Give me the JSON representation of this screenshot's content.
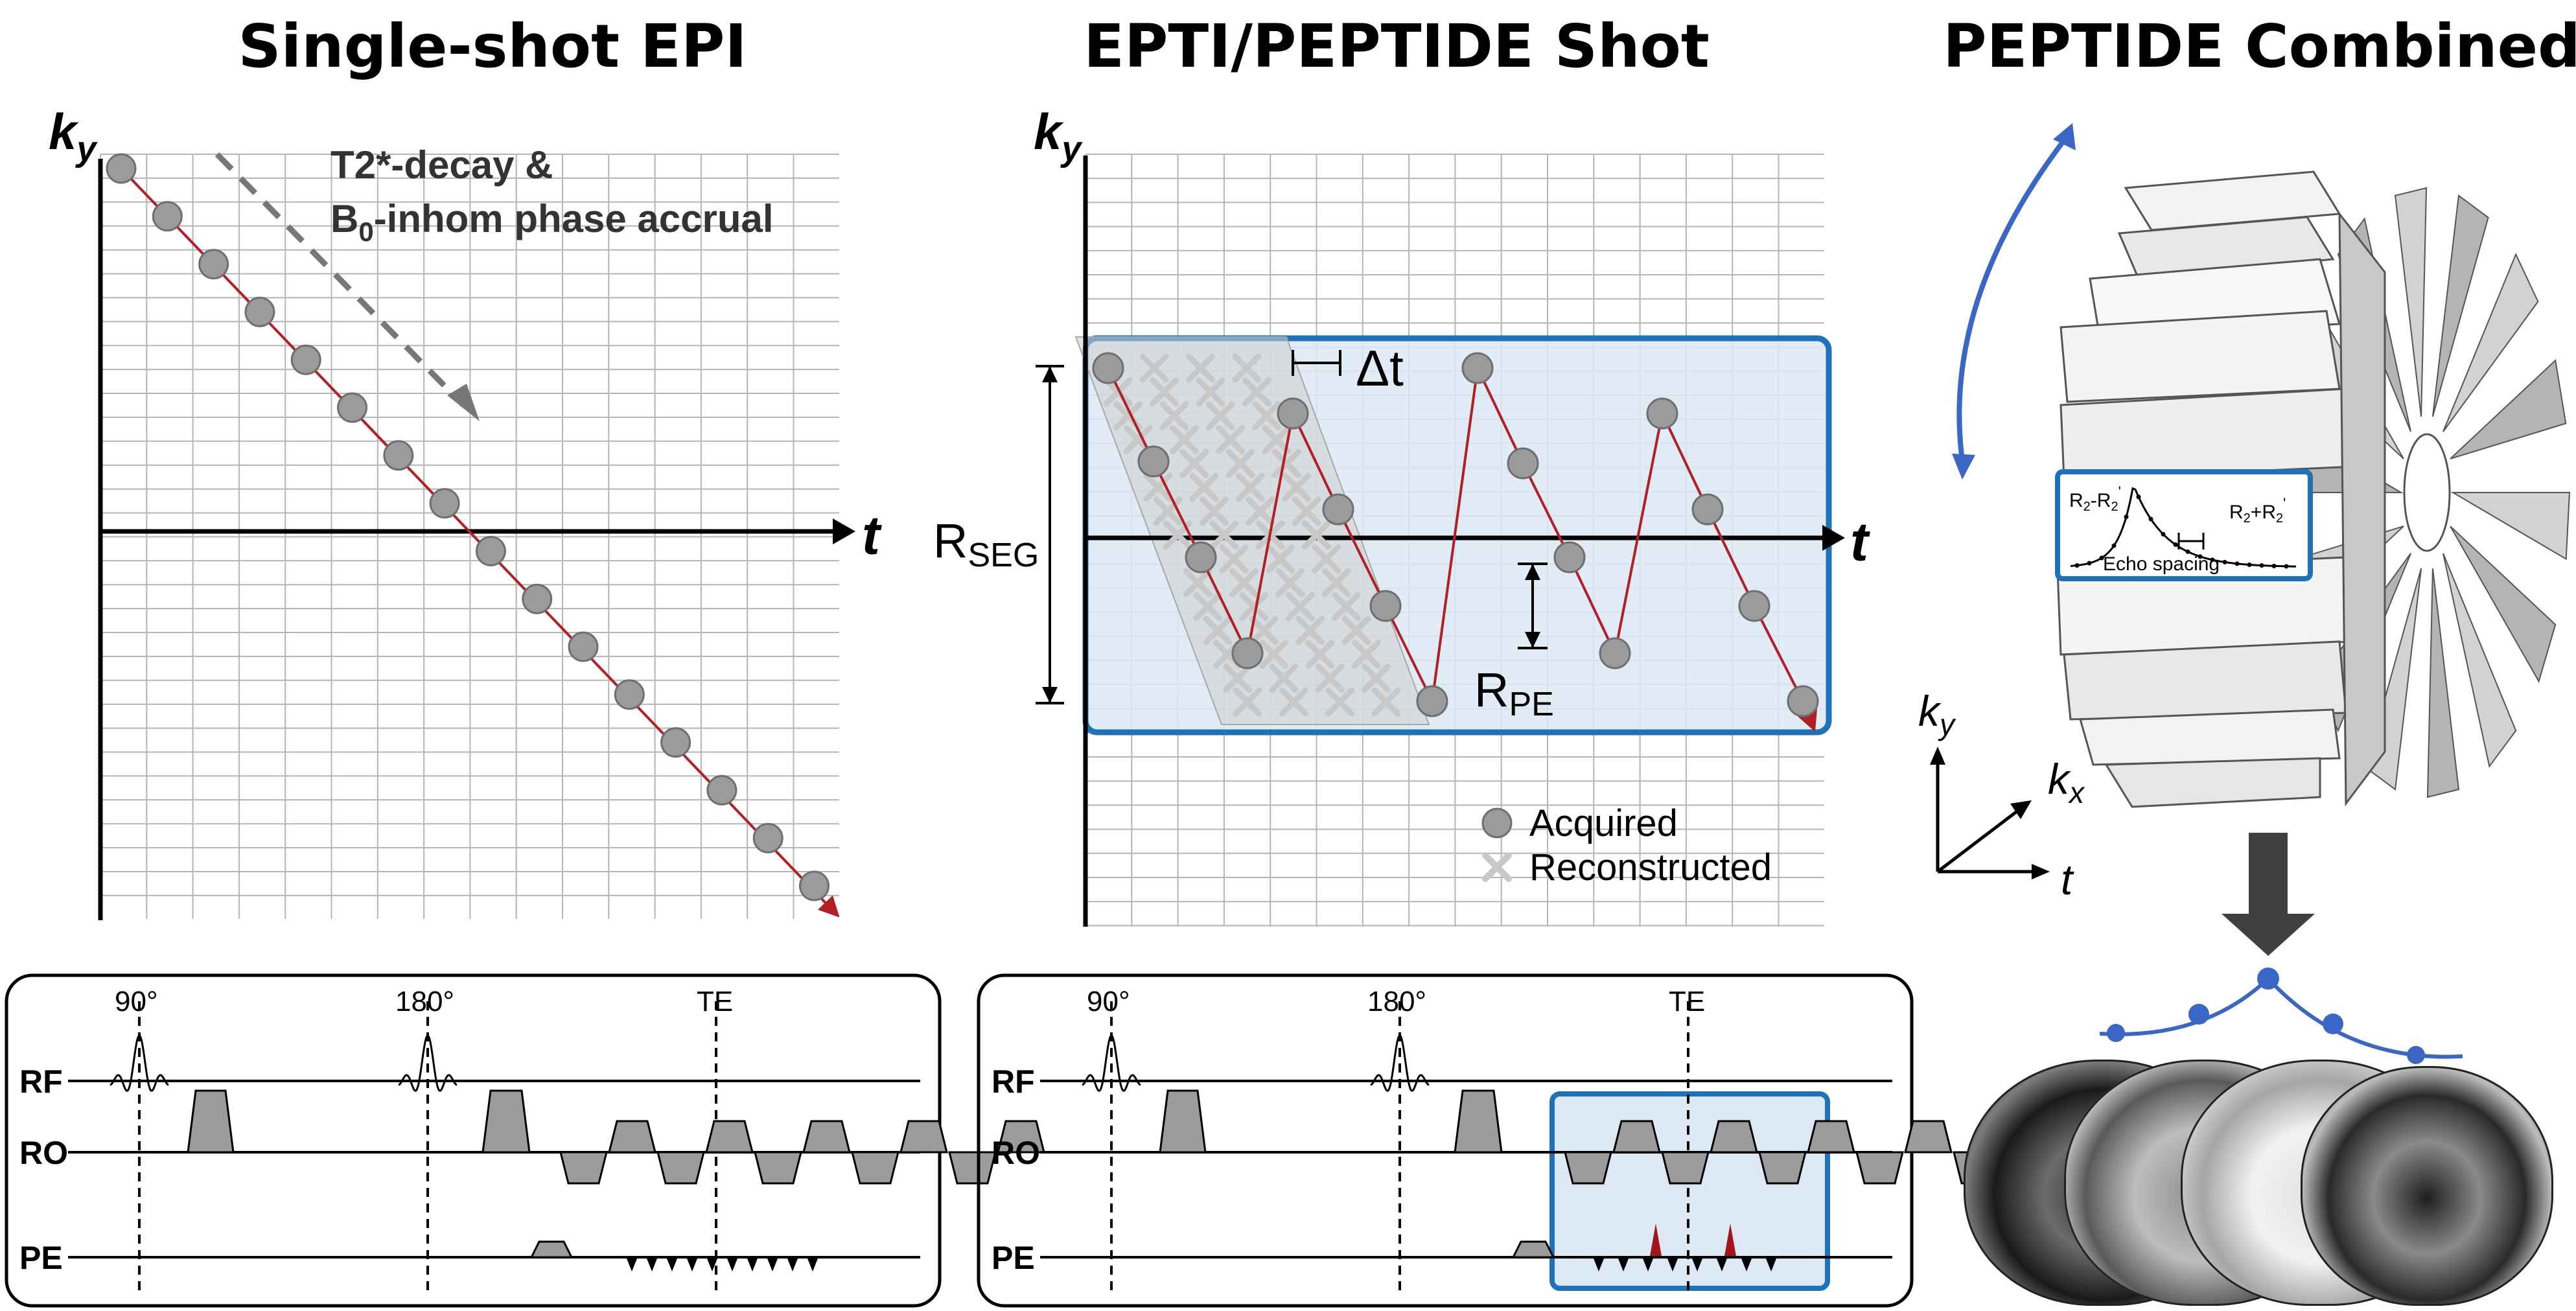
{
  "panels": {
    "left": {
      "title": "Single-shot EPI",
      "axis_y": "k",
      "axis_y_sub": "y",
      "axis_x": "t",
      "annotation_line1": "T2*-decay &",
      "annotation_line2_pre": "B",
      "annotation_line2_sub": "0",
      "annotation_line2_post": "-inhom phase accrual"
    },
    "middle": {
      "title": "EPTI/PEPTIDE Shot",
      "axis_y": "k",
      "axis_y_sub": "y",
      "axis_x": "t",
      "delta_t": "Δt",
      "rseg_main": "R",
      "rseg_sub": "SEG",
      "rpe_main": "R",
      "rpe_sub": "PE",
      "legend_acquired": "Acquired",
      "legend_reconstructed": "Reconstructed"
    },
    "right": {
      "title": "PEPTIDE Combined",
      "inset_left": "R",
      "inset_left_sub": "2",
      "inset_left_mid": "-R",
      "inset_left_sub2": "2",
      "inset_left_sup": "'",
      "inset_right": "R",
      "inset_right_sub": "2",
      "inset_right_mid": "+R",
      "inset_right_sub2": "2",
      "inset_right_sup": "'",
      "inset_caption": "Echo spacing",
      "axis_ky": "k",
      "axis_ky_sub": "y",
      "axis_kx": "k",
      "axis_kx_sub": "x",
      "axis_t": "t"
    }
  },
  "sequence": {
    "rf_label": "RF",
    "ro_label": "RO",
    "pe_label": "PE",
    "pulse_90": "90°",
    "pulse_180": "180°",
    "te_label": "TE"
  },
  "colors": {
    "trajectory": "#b21f24",
    "highlight_border": "#1f72b8",
    "highlight_fill": "#dce9f5",
    "grid": "#b5b5b5",
    "curve": "#3a66c4",
    "acquired_dot": "#9b9b9b",
    "reconstructed_cross": "#c8c8c8",
    "pe_blip_red": "#a3151c"
  }
}
